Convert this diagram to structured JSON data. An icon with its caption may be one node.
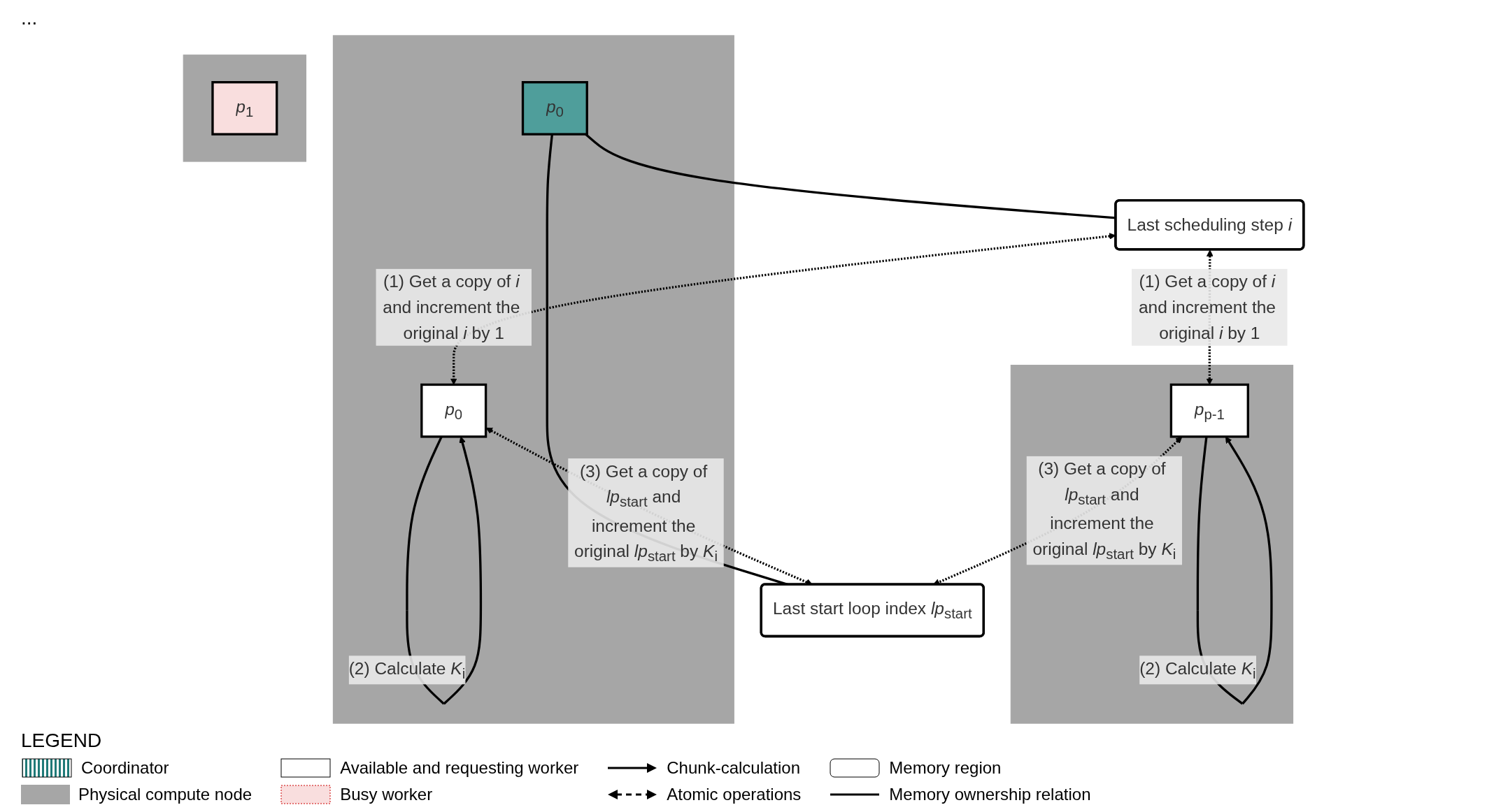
{
  "diagram": {
    "nodes": [
      {
        "text": [
          "Last scheduling step *i*"
        ]
      },
      {
        "text": [
          "Last start loop index *lp*$_{start}$"
        ]
      },
      {
        "text": [],
        "shape": "box"
      },
      {
        "text": [
          "*p*$_{0}$"
        ],
        "in": 2
      },
      {
        "text": [
          "*p*$_{0}$"
        ],
        "in": 2
      },
      {
        "text": [],
        "shape": "box"
      },
      {
        "text": [
          "*p*$_{1}$"
        ],
        "in": 5
      },
      {
        "text": [],
        "shape": "box"
      },
      {
        "text": [
          "*p*$_{p-1}$"
        ],
        "in": 7
      }
    ],
    "edges": [
      {
        "from": 3,
        "to": 0,
        "arrow": "none"
      },
      {
        "from": 3,
        "to": 1,
        "arrow": "none"
      },
      {
        "from": 0,
        "to": 4,
        "arrow": "both",
        "style": "dashed",
        "label": "(1) Get a copy of *i* and increment the original *i* by 1"
      },
      {
        "from": 4,
        "to": 4,
        "arrow": "to",
        "label": "(2) Calculate *K*$_{i}$"
      },
      {
        "from": 4,
        "to": 1,
        "arrow": "both",
        "style": "dashed",
        "label": "(3) Get a copy of *lp*$_{start}$ and increment the original *lp*$_{start}$ by *K*$_{i}$"
      },
      {
        "from": 0,
        "to": 8,
        "arrow": "both",
        "style": "dashed",
        "label": "(1) Get a copy of *i* and increment the original *i* by 1"
      },
      {
        "from": 8,
        "to": 8,
        "arrow": "to",
        "label": "(2) Calculate *K*$_{i}$"
      },
      {
        "from": 8,
        "to": 1,
        "arrow": "both",
        "style": "dashed",
        "label": "(3) Get a copy of *lp*$_{start}$ and increment the original *lp*$_{start}$ by *K*$_{i}$"
      }
    ],
    "labels": [
      "...",
      "LEGEND"
    ],
    "legend": [
      {
        "text": "Coordinator"
      },
      {
        "text": "Available and requesting worker"
      },
      {
        "text": "Chunk-calculation"
      },
      {
        "text": "Memory region"
      },
      {
        "text": "Physical compute node",
        "color": "#a6a6a6"
      },
      {
        "text": "Busy worker"
      },
      {
        "text": "Atomic operations"
      },
      {
        "text": "Memory ownership relation"
      }
    ]
  }
}
